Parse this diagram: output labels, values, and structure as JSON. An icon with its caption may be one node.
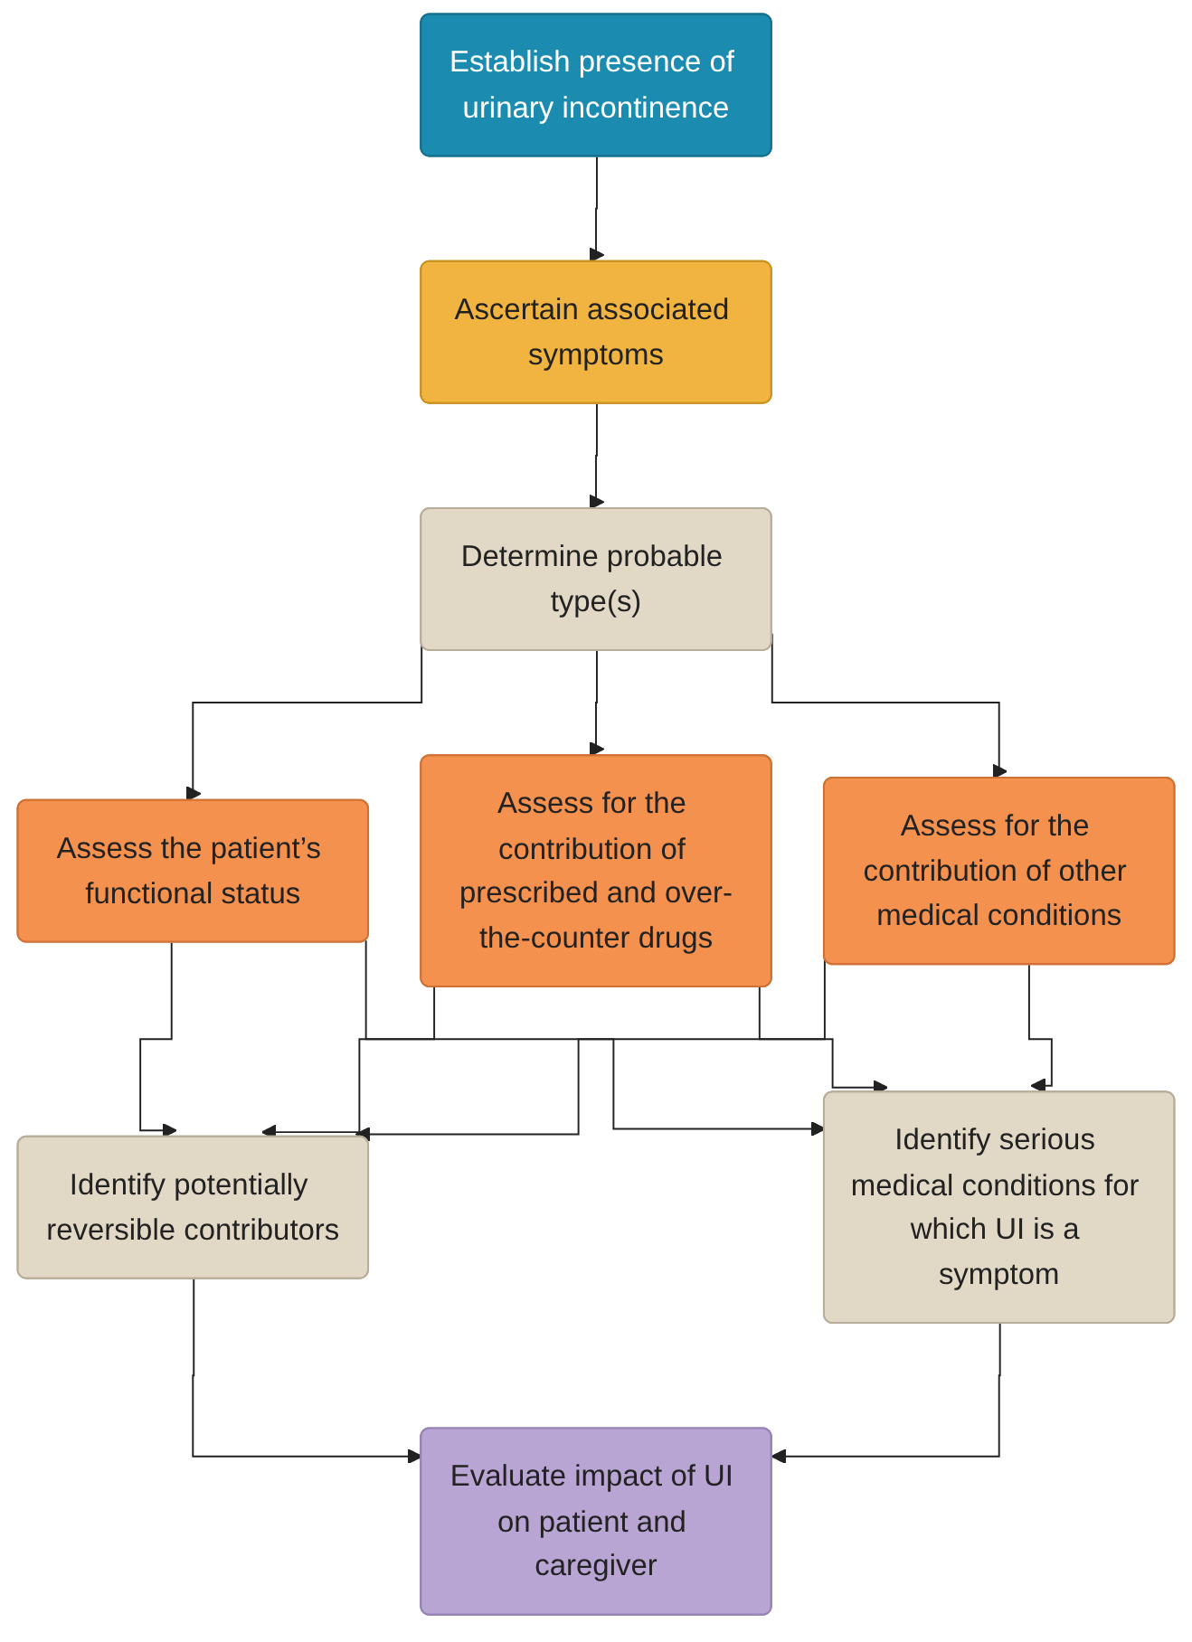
{
  "diagram": {
    "nodes": [
      {
        "text": [
          "Establish presence of urinary incontinence"
        ]
      },
      {
        "text": [
          "Ascertain associated symptoms"
        ]
      },
      {
        "text": [
          "Determine probable type(s)"
        ]
      },
      {
        "text": [
          "Assess the patient’s functional status"
        ]
      },
      {
        "text": [
          "Assess for the contribution of prescribed and over-the-counter drugs"
        ]
      },
      {
        "text": [
          "Assess for the contribution of other medical conditions"
        ]
      },
      {
        "text": [
          "Identify potentially reversible contributors"
        ]
      },
      {
        "text": [
          "Identify serious medical conditions for which UI is a symptom"
        ]
      },
      {
        "text": [
          "Evaluate impact of UI on patient and caregiver"
        ]
      }
    ],
    "edges": [
      {
        "from": 0,
        "to": 1,
        "arrow": "to"
      },
      {
        "from": 1,
        "to": 2,
        "arrow": "to"
      },
      {
        "from": 2,
        "to": 3,
        "arrow": "to"
      },
      {
        "from": 2,
        "to": 4,
        "arrow": "to"
      },
      {
        "from": 2,
        "to": 5,
        "arrow": "to"
      },
      {
        "from": 3,
        "to": 6,
        "arrow": "to"
      },
      {
        "from": 3,
        "to": 7,
        "arrow": "to"
      },
      {
        "from": 4,
        "to": 6,
        "arrow": "to"
      },
      {
        "from": 4,
        "to": 7,
        "arrow": "to"
      },
      {
        "from": 5,
        "to": 6,
        "arrow": "to"
      },
      {
        "from": 5,
        "to": 7,
        "arrow": "to"
      },
      {
        "from": 6,
        "to": 8,
        "arrow": "to"
      },
      {
        "from": 7,
        "to": 8,
        "arrow": "to"
      }
    ]
  }
}
